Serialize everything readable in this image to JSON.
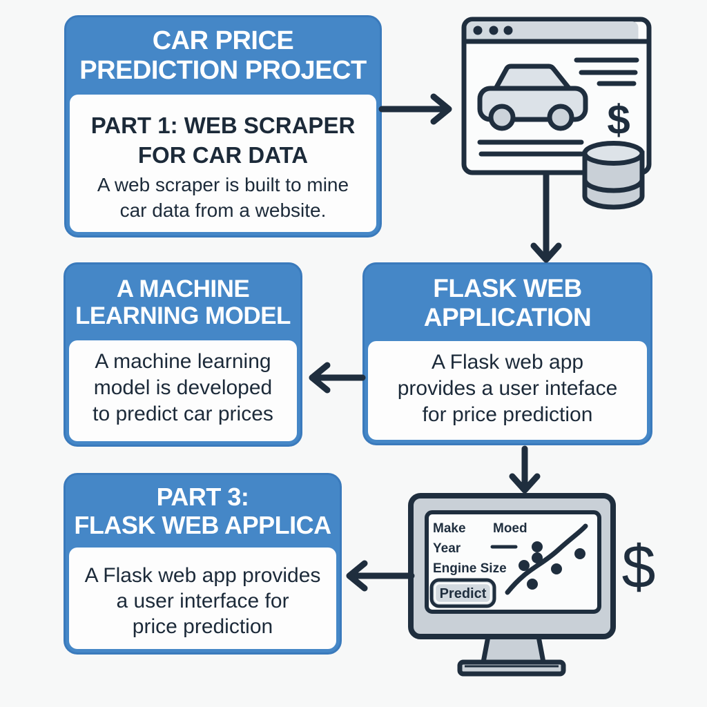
{
  "background": "#f7f8f8",
  "colors": {
    "header_blue": "#4587c7",
    "border_blue": "#3a7abc",
    "ink_navy": "#1f2e3e",
    "panel_white": "#fdfdfd",
    "light_gray_fill": "#ccd3da"
  },
  "boxes": [
    {
      "id": "part1",
      "header_lines": [
        "CAR PRICE",
        "PREDICTION PROJECT"
      ],
      "title_lines": [
        "PART 1: WEB SCRAPER",
        "FOR CAR DATA"
      ],
      "body_lines": [
        "A web scraper is built to mine",
        "car data from a website."
      ]
    },
    {
      "id": "ml-model",
      "header_lines": [
        "A MACHINE",
        "LEARNING MODEL"
      ],
      "body_lines": [
        "A machine learning",
        "model is developed",
        "to predict car prices"
      ]
    },
    {
      "id": "flask-app",
      "header_lines": [
        "FLASK WEB",
        "APPLICATION"
      ],
      "body_lines": [
        "A Flask web app",
        "provides a user inteface",
        "for price prediction"
      ]
    },
    {
      "id": "part3",
      "header_lines": [
        "PART 3:",
        "FLASK WEB APPLICA"
      ],
      "body_lines": [
        "A Flask web app provides",
        "a user interface for",
        "price prediction"
      ]
    }
  ],
  "browser_illustration": {
    "dollar_sign": "$"
  },
  "monitor_illustration": {
    "make_label": "Make",
    "model_label": "Moed",
    "year_label": "Year",
    "engine_label": "Engine Size",
    "predict_button_label": "Predict",
    "dollar_sign": "$"
  }
}
